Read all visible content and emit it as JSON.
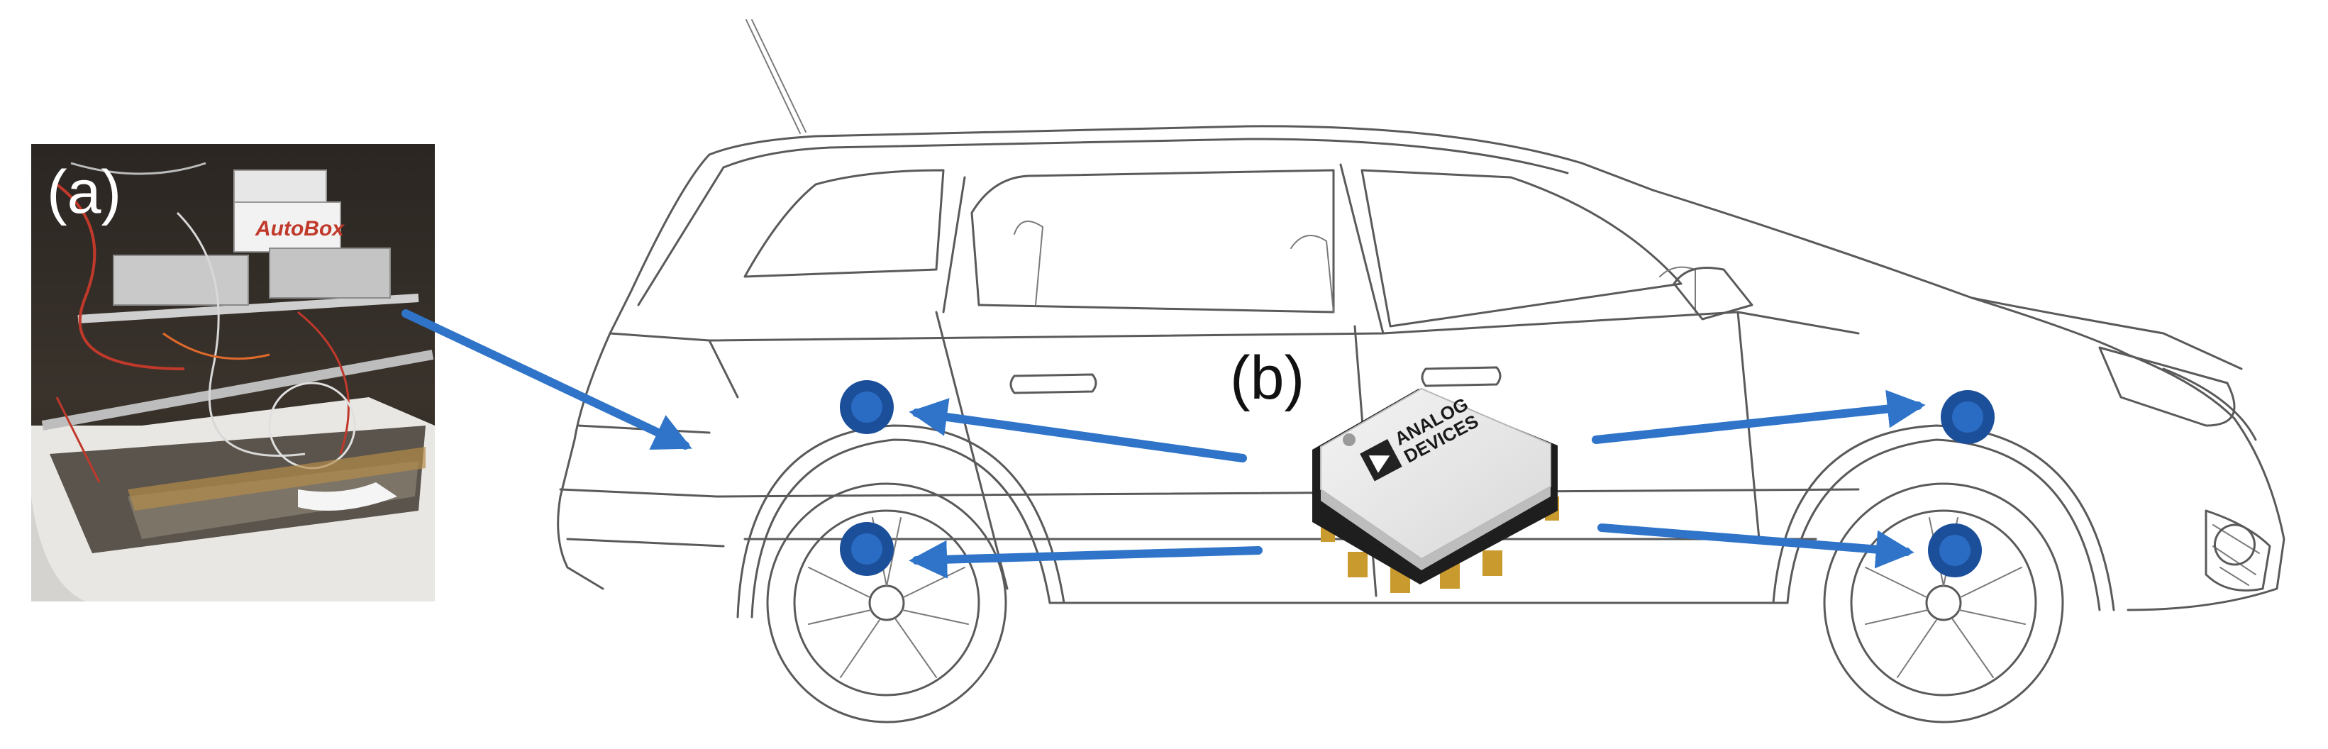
{
  "labels": {
    "panel_a": "(a)",
    "panel_b": "(b)"
  },
  "photo": {
    "equipment_brand": "AutoBox"
  },
  "chip": {
    "logo_line1": "ANALOG",
    "logo_line2": "DEVICES"
  },
  "colors": {
    "arrow": "#2f74c8",
    "sensor_dot": "#1c4f9a",
    "sensor_dot_inner": "#2a6cc4"
  }
}
